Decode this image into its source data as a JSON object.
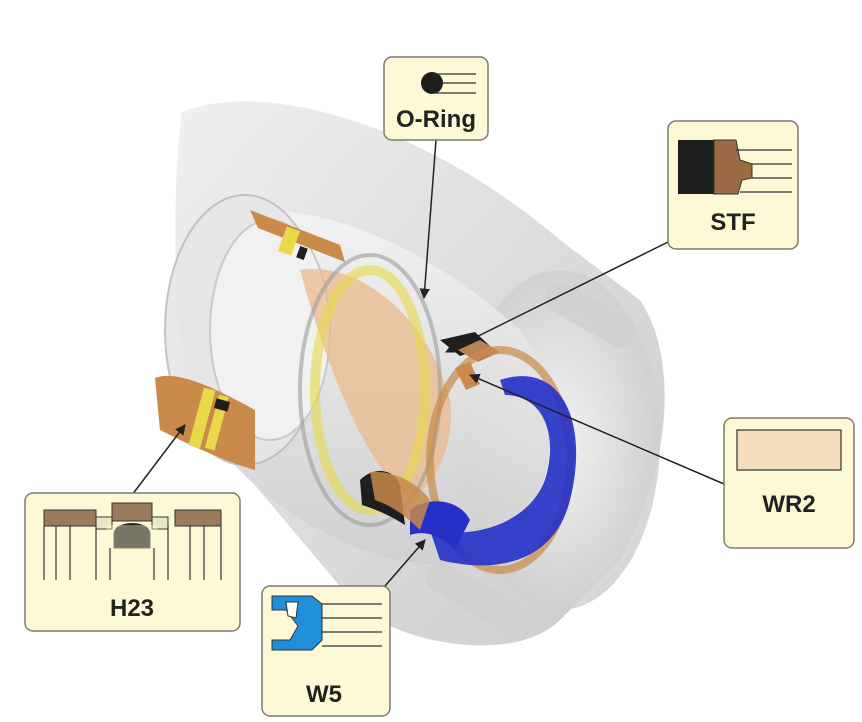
{
  "callouts": {
    "o_ring": {
      "label": "O-Ring",
      "icon": "o-ring-seal-icon"
    },
    "stf": {
      "label": "STF",
      "icon": "stf-seal-icon"
    },
    "wr2": {
      "label": "WR2",
      "icon": "wr2-wear-ring-icon"
    },
    "h23": {
      "label": "H23",
      "icon": "h23-seal-icon"
    },
    "w5": {
      "label": "W5",
      "icon": "w5-wiper-icon"
    }
  },
  "colors": {
    "callout_bg": "#fdf8d6",
    "bronze": "#c98a4a",
    "tan": "#f2dcbc",
    "yellow": "#e8d84a",
    "blue": "#2430c8",
    "black": "#1e1e1e",
    "housing": "#d9d9d9"
  }
}
